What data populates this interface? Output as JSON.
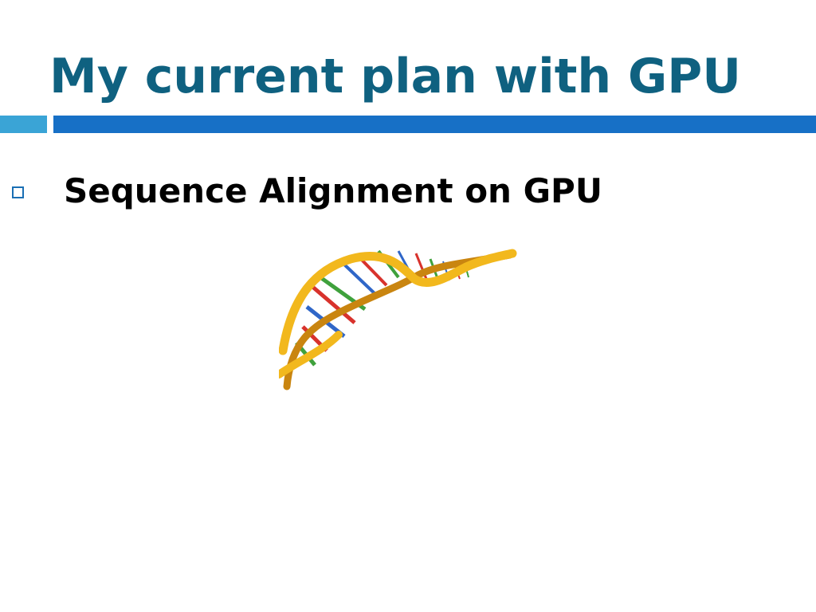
{
  "slide": {
    "title": "My current plan with GPU",
    "bullets": [
      {
        "text": "Sequence Alignment on GPU"
      }
    ],
    "image": {
      "icon": "dna-double-helix-image"
    }
  },
  "colors": {
    "title": "#0f6180",
    "rule_left": "#3aa4d6",
    "rule_right": "#1770c6",
    "bullet_box": "#1a6fb4",
    "helix_strand": "#f2b81d",
    "helix_strand_shade": "#c98510",
    "base_red": "#d8322c",
    "base_green": "#3fa13c",
    "base_blue": "#2f66c8",
    "base_yellow": "#f6d92c"
  }
}
